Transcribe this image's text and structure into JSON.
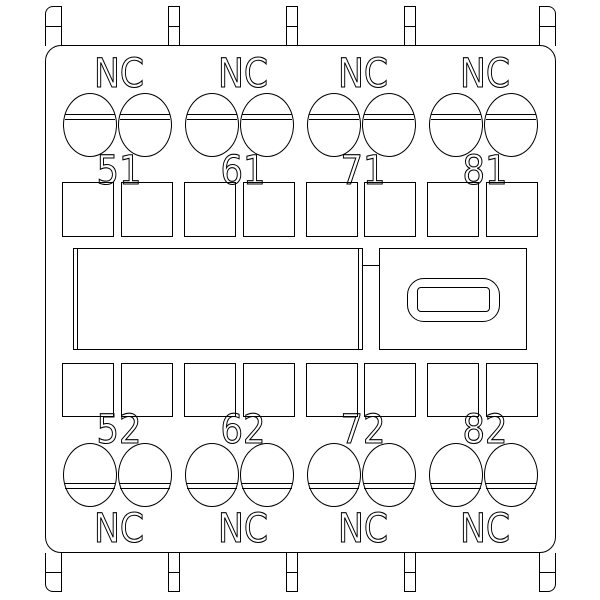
{
  "drawing": {
    "kind": "contact-block-front-view"
  },
  "colors": {
    "line_color": "#000000",
    "background_color": "#ffffff"
  },
  "terminal_groups": {
    "top": [
      {
        "contact_type": "NC",
        "terminal_number": "51"
      },
      {
        "contact_type": "NC",
        "terminal_number": "61"
      },
      {
        "contact_type": "NC",
        "terminal_number": "71"
      },
      {
        "contact_type": "NC",
        "terminal_number": "81"
      }
    ],
    "bottom": [
      {
        "contact_type": "NC",
        "terminal_number": "52"
      },
      {
        "contact_type": "NC",
        "terminal_number": "62"
      },
      {
        "contact_type": "NC",
        "terminal_number": "72"
      },
      {
        "contact_type": "NC",
        "terminal_number": "82"
      }
    ]
  }
}
